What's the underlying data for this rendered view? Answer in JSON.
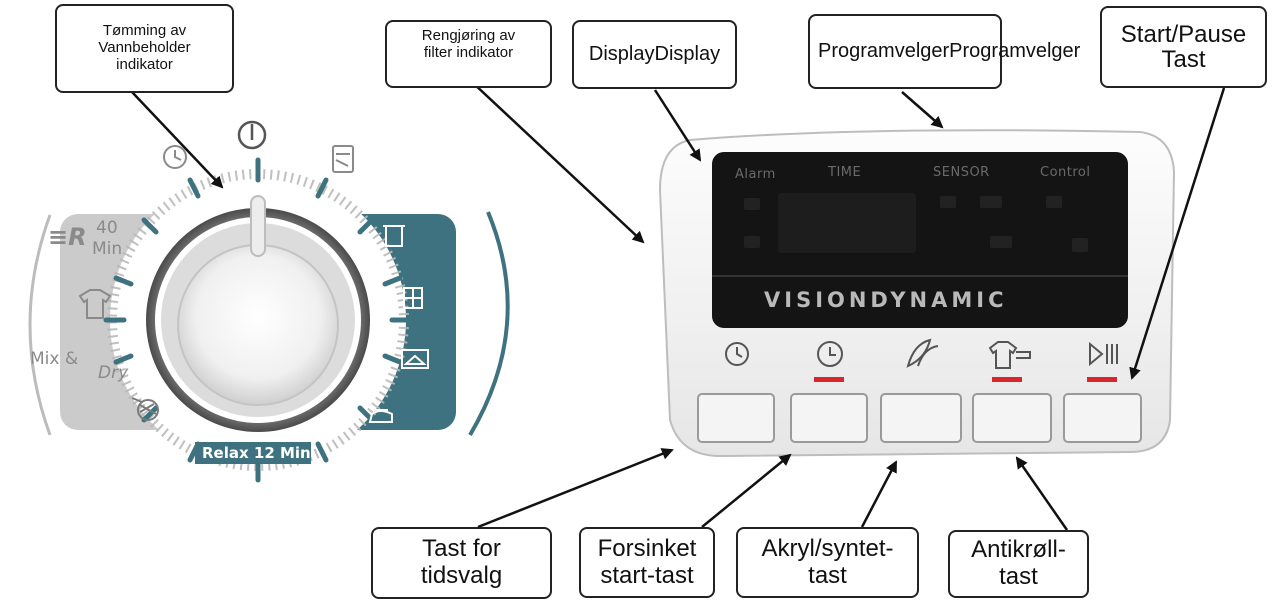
{
  "callouts": {
    "drain_indicator": "Tømming av\nVannbeholder\nindikator",
    "filter_indicator": "Rengjøring av\nfilter indikator",
    "display": "DisplayDisplay",
    "program_selector": "ProgramvelgerProgramvelger",
    "start_pause": "Start/Pause\nTast",
    "time_select": "Tast for\ntidsvalg",
    "delayed_start": "Forsinket\nstart-tast",
    "acrylic_synthetic": "Akryl/syntet-\ntast",
    "anti_crease": "Antikrøll-\ntast"
  },
  "panel": {
    "labels": [
      "Alarm",
      "TIME",
      "SENSOR",
      "Control"
    ],
    "brand": "VISIONDYNAMIC"
  },
  "dial": {
    "min_40": "40",
    "min_unit": "Min",
    "mix": "Mix &",
    "dry": "Dry",
    "relax": "Relax 12 Min"
  },
  "icons": {
    "top_row": [
      "timer-icon",
      "power-icon",
      "drying-card-icon"
    ],
    "left_column": [
      "express-refresh-icon",
      "shirt-icon",
      "wool-yarn-icon"
    ],
    "right_column": [
      "hanging-garment-icon",
      "cabinet-icon",
      "hanger-icon",
      "iron-icon"
    ],
    "buttons": [
      "clock-icon",
      "delay-start-icon",
      "feather-icon",
      "anti-crease-icon",
      "play-pause-icon"
    ]
  },
  "colors": {
    "teal": "#3e7280",
    "gray_band": "#c9c9c9",
    "indicator_red": "#d8272a",
    "display_black": "#141414"
  }
}
